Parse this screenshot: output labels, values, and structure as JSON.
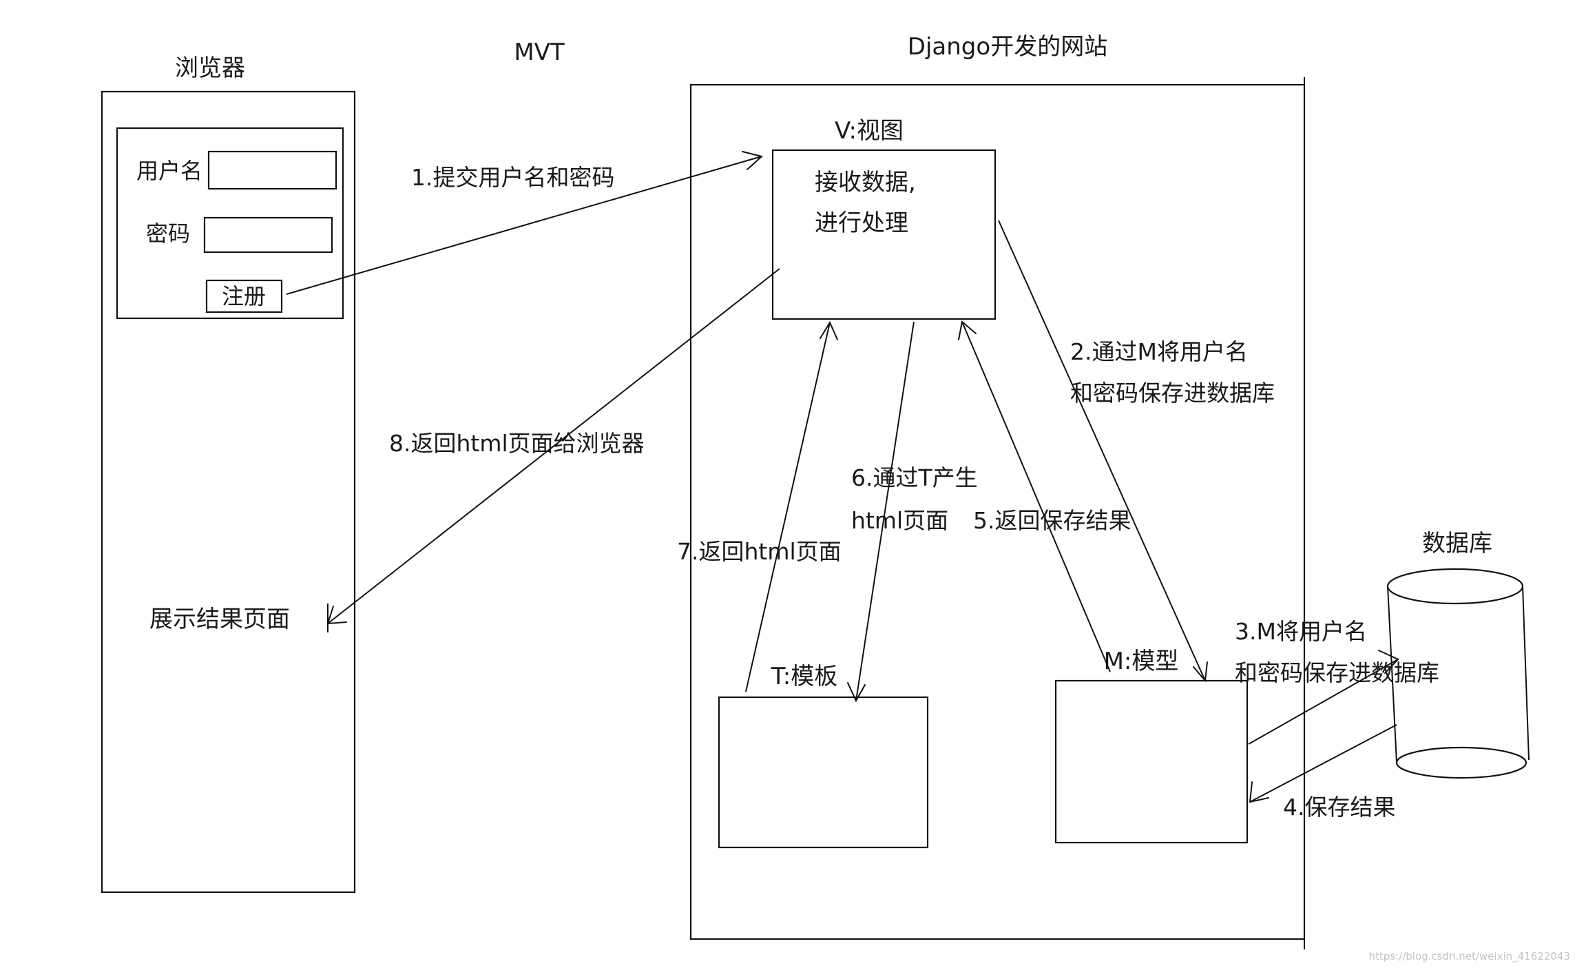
{
  "title": "MVT",
  "browser": {
    "heading": "浏览器",
    "username_label": "用户名",
    "password_label": "密码",
    "register_button": "注册",
    "result_page": "展示结果页面"
  },
  "site": {
    "heading": "Django开发的网站",
    "view": {
      "label": "V:视图",
      "line1": "接收数据,",
      "line2": "进行处理"
    },
    "template": {
      "label": "T:模板"
    },
    "model": {
      "label": "M:模型"
    }
  },
  "database": {
    "label": "数据库"
  },
  "steps": {
    "s1": "1.提交用户名和密码",
    "s2_line1": "2.通过M将用户名",
    "s2_line2": "和密码保存进数据库",
    "s3_line1": "3.M将用户名",
    "s3_line2": "和密码保存进数据库",
    "s4": "4.保存结果",
    "s5": "5.返回保存结果",
    "s6_line1": "6.通过T产生",
    "s6_line2": "html页面",
    "s7": "7.返回html页面",
    "s8": "8.返回html页面给浏览器"
  },
  "watermark": "https://blog.csdn.net/weixin_41622043"
}
